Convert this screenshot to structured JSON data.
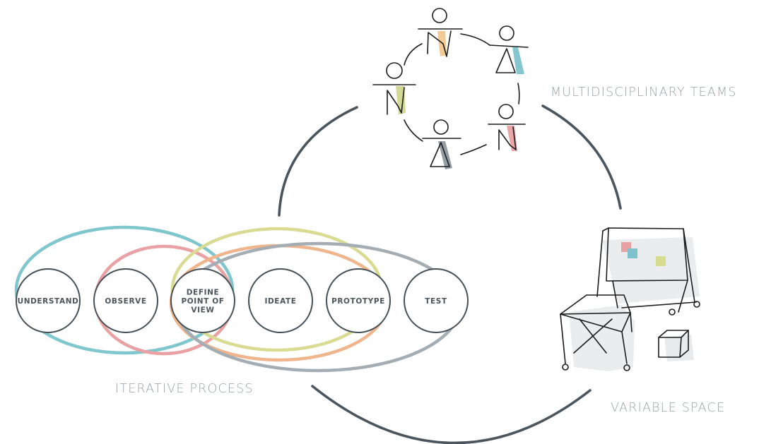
{
  "captions": {
    "teams": "MULTIDISCIPLINARY TEAMS",
    "process": "ITERATIVE PROCESS",
    "space": "VARIABLE SPACE"
  },
  "steps": [
    {
      "lines": [
        "UNDERSTAND"
      ]
    },
    {
      "lines": [
        "OBSERVE"
      ]
    },
    {
      "lines": [
        "DEFINE",
        "POINT OF",
        "VIEW"
      ]
    },
    {
      "lines": [
        "IDEATE"
      ]
    },
    {
      "lines": [
        "PROTOTYPE"
      ]
    },
    {
      "lines": [
        "TEST"
      ]
    }
  ],
  "colors": {
    "teal": "#7fc6cd",
    "pink": "#e9a1a4",
    "yellow": "#dadb92",
    "orange": "#efb58d",
    "gray": "#a4adb3",
    "arc": "#4a555d",
    "circle_stroke": "#454f56",
    "label": "#4a555c",
    "caption": "#9aa4aa"
  },
  "team_member_colors": [
    "#f2c48a",
    "#7ec3cc",
    "#e9a0a2",
    "#8e989e",
    "#cfd88e"
  ],
  "sticky_note_colors": [
    "#e9a0a2",
    "#7ec3cc",
    "#d8dc8e"
  ]
}
